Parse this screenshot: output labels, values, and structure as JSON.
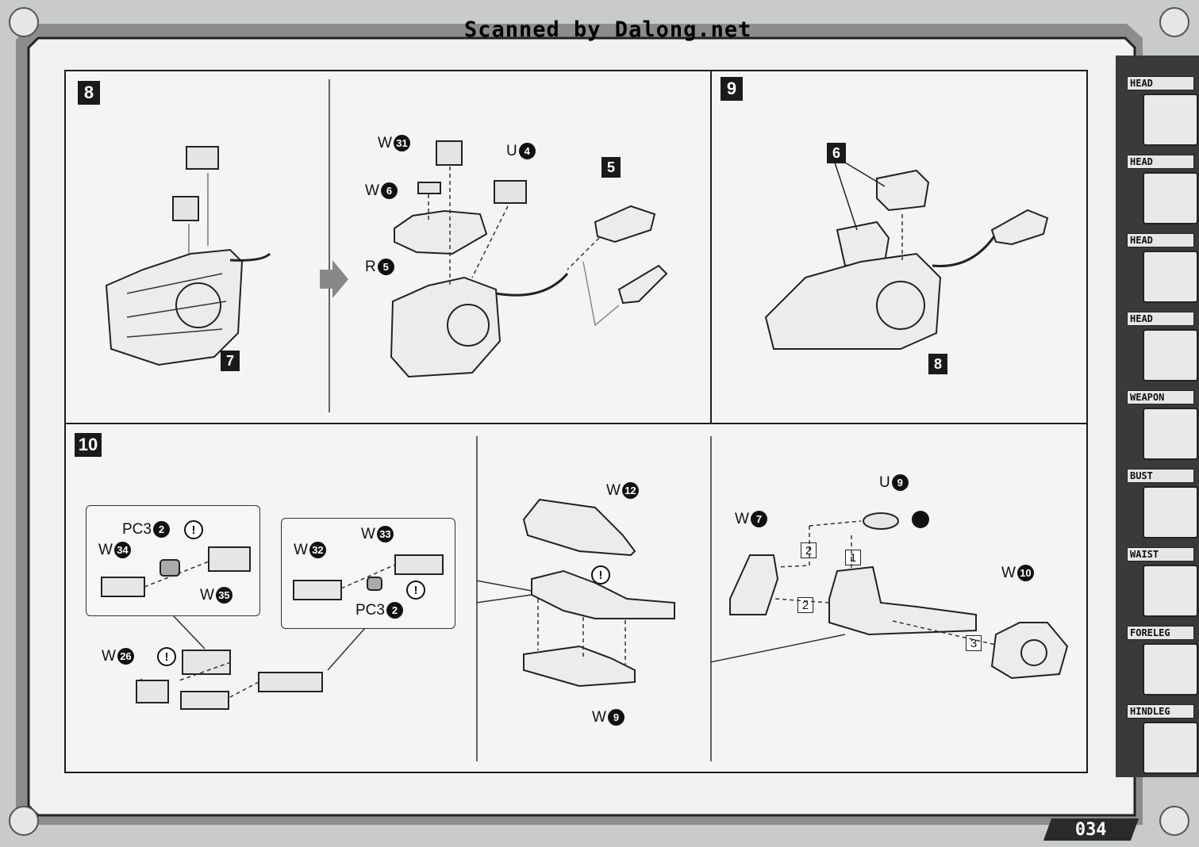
{
  "header": {
    "title": "Scanned by Dalong.net"
  },
  "steps": [
    {
      "number": "8"
    },
    {
      "number": "9"
    },
    {
      "number": "10"
    }
  ],
  "step8": {
    "ref_7": "7",
    "ref_5": "5",
    "parts": {
      "w31": {
        "letter": "W",
        "num": "31"
      },
      "w6": {
        "letter": "W",
        "num": "6"
      },
      "u4": {
        "letter": "U",
        "num": "4"
      },
      "r5": {
        "letter": "R",
        "num": "5"
      }
    }
  },
  "step9": {
    "ref_6": "6",
    "ref_8": "8"
  },
  "step10": {
    "box1": {
      "pc3": {
        "letter": "PC3",
        "num": "2"
      },
      "w34": {
        "letter": "W",
        "num": "34"
      },
      "w35": {
        "letter": "W",
        "num": "35"
      }
    },
    "box2": {
      "w33": {
        "letter": "W",
        "num": "33"
      },
      "w32": {
        "letter": "W",
        "num": "32"
      },
      "pc3": {
        "letter": "PC3",
        "num": "2"
      }
    },
    "w26": {
      "letter": "W",
      "num": "26"
    },
    "w12": {
      "letter": "W",
      "num": "12"
    },
    "w9": {
      "letter": "W",
      "num": "9"
    },
    "u9": {
      "letter": "U",
      "num": "9"
    },
    "w7": {
      "letter": "W",
      "num": "7"
    },
    "w10": {
      "letter": "W",
      "num": "10"
    },
    "seq": [
      "1",
      "2",
      "2",
      "3"
    ],
    "warn": "!"
  },
  "tabs": [
    "HEAD",
    "HEAD",
    "HEAD",
    "HEAD",
    "WEAPON",
    "BUST",
    "WAIST",
    "FORELEG",
    "HINDLEG"
  ],
  "page_number": "034"
}
